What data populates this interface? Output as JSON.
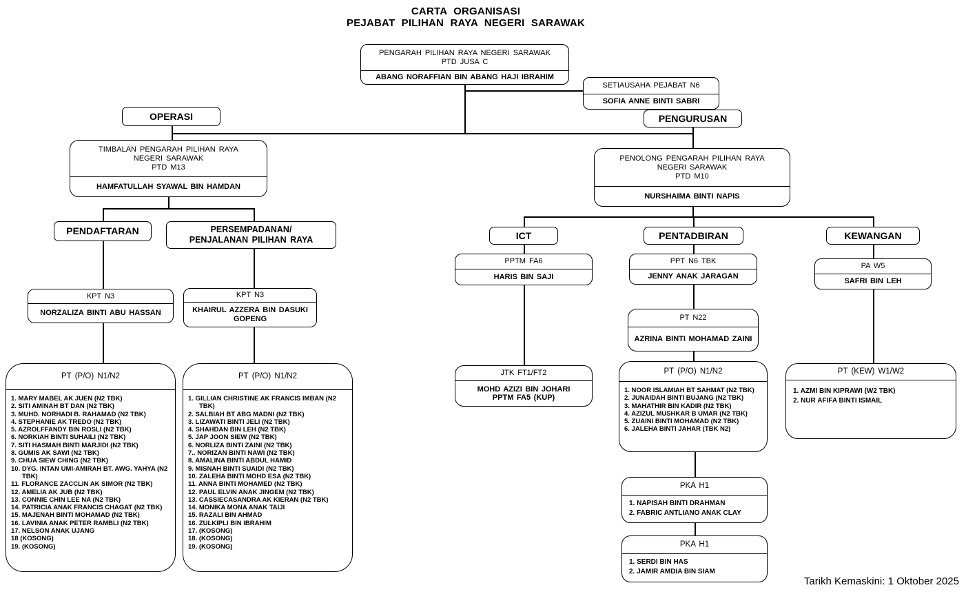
{
  "title": {
    "line1": "CARTA ORGANISASI",
    "line2": "PEJABAT PILIHAN RAYA NEGERI SARAWAK"
  },
  "footer": {
    "updated": "Tarikh Kemaskini: 1 Oktober 2025"
  },
  "nodes": {
    "pengarah": {
      "role": "PENGARAH PILIHAN RAYA NEGERI SARAWAK",
      "grade": "PTD JUSA C",
      "name": "ABANG NORAFFIAN BIN ABANG HAJI IBRAHIM"
    },
    "setiausaha": {
      "role": "SETIAUSAHA PEJABAT N6",
      "name": "SOFIA ANNE BINTI SABRI"
    },
    "operasi": {
      "label": "OPERASI"
    },
    "pengurusan": {
      "label": "PENGURUSAN"
    },
    "timbalan": {
      "role_line1": "TIMBALAN PENGARAH PILIHAN RAYA",
      "role_line2": "NEGERI SARAWAK",
      "grade": "PTD M13",
      "name": "HAMFATULLAH SYAWAL BIN HAMDAN"
    },
    "penolong": {
      "role_line1": "PENOLONG PENGARAH PILIHAN RAYA",
      "role_line2": "NEGERI SARAWAK",
      "grade": "PTD M10",
      "name": "NURSHAIMA BINTI NAPIS"
    },
    "pendaftaran": {
      "label": "PENDAFTARAN"
    },
    "persempadanan": {
      "label_line1": "PERSEMPADANAN/",
      "label_line2": "PENJALANAN PILIHAN RAYA"
    },
    "ict": {
      "label": "ICT"
    },
    "pentadbiran": {
      "label": "PENTADBIRAN"
    },
    "kewangan": {
      "label": "KEWANGAN"
    },
    "kpt_pendaftaran": {
      "role": "KPT N3",
      "name": "NORZALIZA BINTI ABU HASSAN"
    },
    "kpt_persempadanan": {
      "role": "KPT N3",
      "name": "KHAIRUL AZZERA BIN DASUKI GOPENG"
    },
    "pptm": {
      "role": "PPTM FA6",
      "name": "HARIS BIN SAJI"
    },
    "ppt": {
      "role": "PPT N6 TBK",
      "name": "JENNY ANAK JARAGAN"
    },
    "pa": {
      "role": "PA W5",
      "name": "SAFRI BIN LEH"
    },
    "pt_n22": {
      "role": "PT N22",
      "name": "AZRINA BINTI MOHAMAD ZAINI"
    },
    "jtk": {
      "role": "JTK FT1/FT2",
      "name": "MOHD AZIZI BIN JOHARI",
      "grade_note": "PPTM FA5 (KUP)"
    },
    "pt_po_pendaftaran": {
      "role": "PT (P/O) N1/N2",
      "members": [
        "1.  MARY MABEL AK JUEN (N2 TBK)",
        "2.  SITI AMINAH BT DAN (N2 TBK)",
        "3.  MUHD. NORHADI B. RAHAMAD (N2 TBK)",
        "4.  STEPHANIE AK TREDO (N2 TBK)",
        "5.  AZROLFFANDY BIN ROSLI (N2 TBK)",
        "6.  NORKIAH BINTI SUHAILI (N2 TBK)",
        "7.  SITI HASMAH BINTI MARJIDI (N2 TBK)",
        "8.  GUMIS AK SAWI (N2 TBK)",
        "9.  CHUA SIEW CHING (N2 TBK)",
        "10. DYG. INTAN UMI-AMIRAH BT. AWG. YAHYA (N2 TBK)",
        "11. FLORANCE ZACCLIN AK SIMOR (N2 TBK)",
        "12. AMELIA AK JUB (N2 TBK)",
        "13. CONNIE CHIN LEE NA (N2 TBK)",
        "14. PATRICIA ANAK FRANCIS CHAGAT (N2 TBK)",
        "15. MAJENAH BINTI MOHAMAD (N2 TBK)",
        "16. LAVINIA ANAK PETER RAMBLI (N2 TBK)",
        "17. NELSON ANAK UJANG",
        "18  (KOSONG)",
        "19. (KOSONG)"
      ]
    },
    "pt_po_persempadanan": {
      "role": "PT (P/O) N1/N2",
      "members": [
        "1.  GILLIAN CHRISTINE AK FRANCIS IMBAN (N2 TBK)",
        "2.  SALBIAH BT ABG MADNI (N2 TBK)",
        "3.  LIZAWATI BINTI JELI (N2 TBK)",
        "4.  SHAHDAN BIN LEH (N2 TBK)",
        "5.  JAP JOON SIEW (N2 TBK)",
        "6.  NORLIZA BINTI ZAINI (N2 TBK)",
        "7.. NORIZAN BINTI NAWI (N2 TBK)",
        "8.  AMALINA BINTI ABDUL HAMID",
        "9.  MISNAH BINTI SUAIDI (N2 TBK)",
        "10. ZALEHA BINTI MOHD ESA (N2 TBK)",
        "11. ANNA BINTI MOHAMED (N2 TBK)",
        "12. PAUL ELVIN ANAK JINGEM (N2 TBK)",
        "13. CASSIECASANDRA AK KIERAN (N2 TBK)",
        "14. MONIKA MONA ANAK TAIJI",
        "15. RAZALI BIN AHMAD",
        "16. ZULKIPLI BIN IBRAHIM",
        "17. (KOSONG)",
        "18. (KOSONG)",
        "19. (KOSONG)"
      ]
    },
    "pt_po_pentadbiran": {
      "role": "PT (P/O) N1/N2",
      "members": [
        "1.  NOOR ISLAMIAH BT SAHMAT (N2 TBK)",
        "2.  JUNAIDAH BINTI BUJANG (N2 TBK)",
        "3.  MAHATHIR BIN KADIR (N2 TBK)",
        "4.  AZIZUL MUSHKAR B UMAR (N2 TBK)",
        "5.  ZUAINI BINTI MOHAMAD (N2 TBK)",
        "6.  JALEHA BINTI JAHAR (TBK N2)"
      ]
    },
    "pt_kew": {
      "role": "PT (KEW) W1/W2",
      "members": [
        "1.  AZMI BIN KIPRAWI (W2 TBK)",
        "2.  NUR AFIFA BINTI ISMAIL"
      ]
    },
    "pka_1": {
      "role": "PKA H1",
      "members": [
        "1.  NAPISAH BINTI DRAHMAN",
        "2.  FABRIC ANTLIANO ANAK CLAY"
      ]
    },
    "pka_2": {
      "role": "PKA H1",
      "members": [
        "1.  SERDI BIN HAS",
        "2.  JAMIR AMDIA BIN SIAM"
      ]
    }
  }
}
